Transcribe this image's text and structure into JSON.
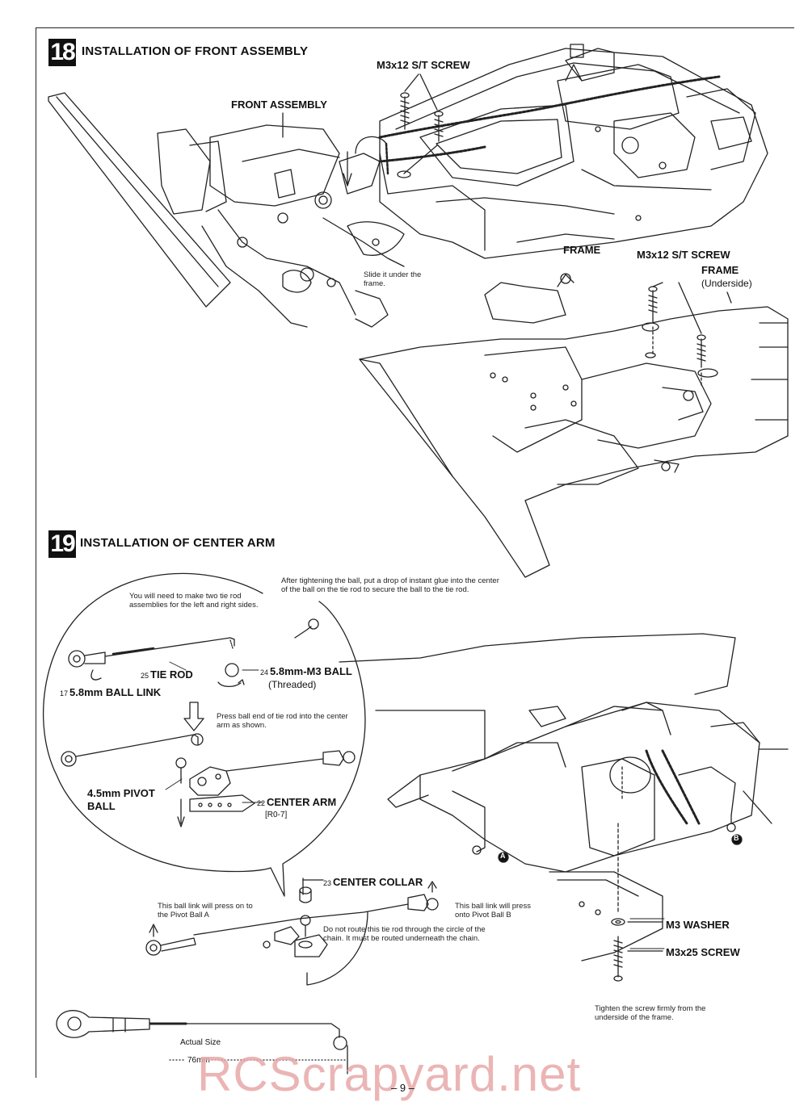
{
  "step18": {
    "number": "18",
    "title": "INSTALLATION OF FRONT ASSEMBLY",
    "labels": {
      "screw_top": "M3x12 S/T SCREW",
      "front_assembly": "FRONT ASSEMBLY",
      "frame": "FRAME",
      "screw_underside": "M3x12 S/T SCREW",
      "frame_underside": "FRAME",
      "underside": "(Underside)",
      "slide_note": "Slide it under the frame."
    }
  },
  "step19": {
    "number": "19",
    "title": "INSTALLATION OF CENTER ARM",
    "notes": {
      "two_assemblies": "You will need to make two tie rod assemblies for the left and right sides.",
      "glue": "After tightening the ball, put a drop of instant glue into the center of the ball on the tie rod to secure the ball to the tie rod.",
      "press_ball": "Press ball end of tie rod into the center arm as shown.",
      "pivot_a": "This ball link will press on to the Pivot Ball A",
      "pivot_b": "This ball link will press onto Pivot Ball B",
      "route": "Do not route this tie rod through the circle of the chain. It must be routed underneath the chain.",
      "tighten": "Tighten the screw firmly from the underside of the frame."
    },
    "parts": {
      "tie_rod_num": "25",
      "tie_rod": "TIE ROD",
      "ball_num": "24",
      "ball": "5.8mm-M3 BALL",
      "ball_sub": "(Threaded)",
      "ball_link_num": "17",
      "ball_link": "5.8mm BALL LINK",
      "pivot_ball": "4.5mm PIVOT BALL",
      "center_arm_num": "22",
      "center_arm": "CENTER ARM",
      "center_arm_code": "[R0-7]",
      "center_collar_num": "23",
      "center_collar": "CENTER COLLAR",
      "m3_washer": "M3 WASHER",
      "m3x25_screw": "M3x25 SCREW",
      "marker_a": "A",
      "marker_b": "B"
    },
    "actual_size": {
      "label": "Actual Size",
      "length": "76mm"
    }
  },
  "footer": {
    "page_number": "– 9 –",
    "watermark": "RCScrapyard.net"
  }
}
